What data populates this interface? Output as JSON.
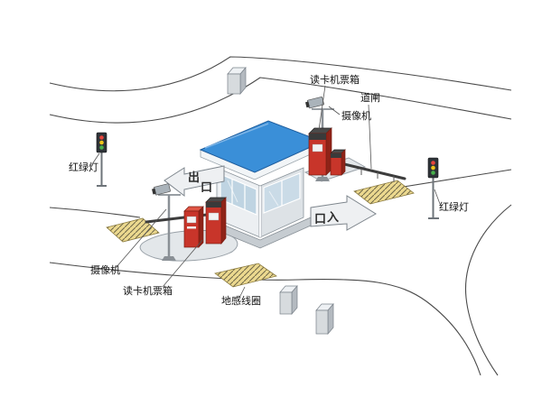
{
  "labels": {
    "card_reader_top": "读卡机票箱",
    "barrier_gate": "道闸",
    "camera_right": "摄像机",
    "traffic_light_right": "红绿灯",
    "traffic_light_left": "红绿灯",
    "camera_left": "摄像机",
    "card_reader_bottom": "读卡机票箱",
    "ground_loop": "地感线圈",
    "exit_char_1": "出",
    "exit_char_2": "口",
    "entrance_char_1": "口",
    "entrance_char_2": "入"
  },
  "colors": {
    "roof_blue": "#3a8fd8",
    "machine_red": "#c8352a",
    "machine_red_dark": "#8f2318",
    "loop_yellow": "#ecd98f",
    "road_line": "#4a4a4a",
    "light_red": "#e8453c",
    "light_yellow": "#f0c419",
    "light_green": "#47b04b"
  }
}
